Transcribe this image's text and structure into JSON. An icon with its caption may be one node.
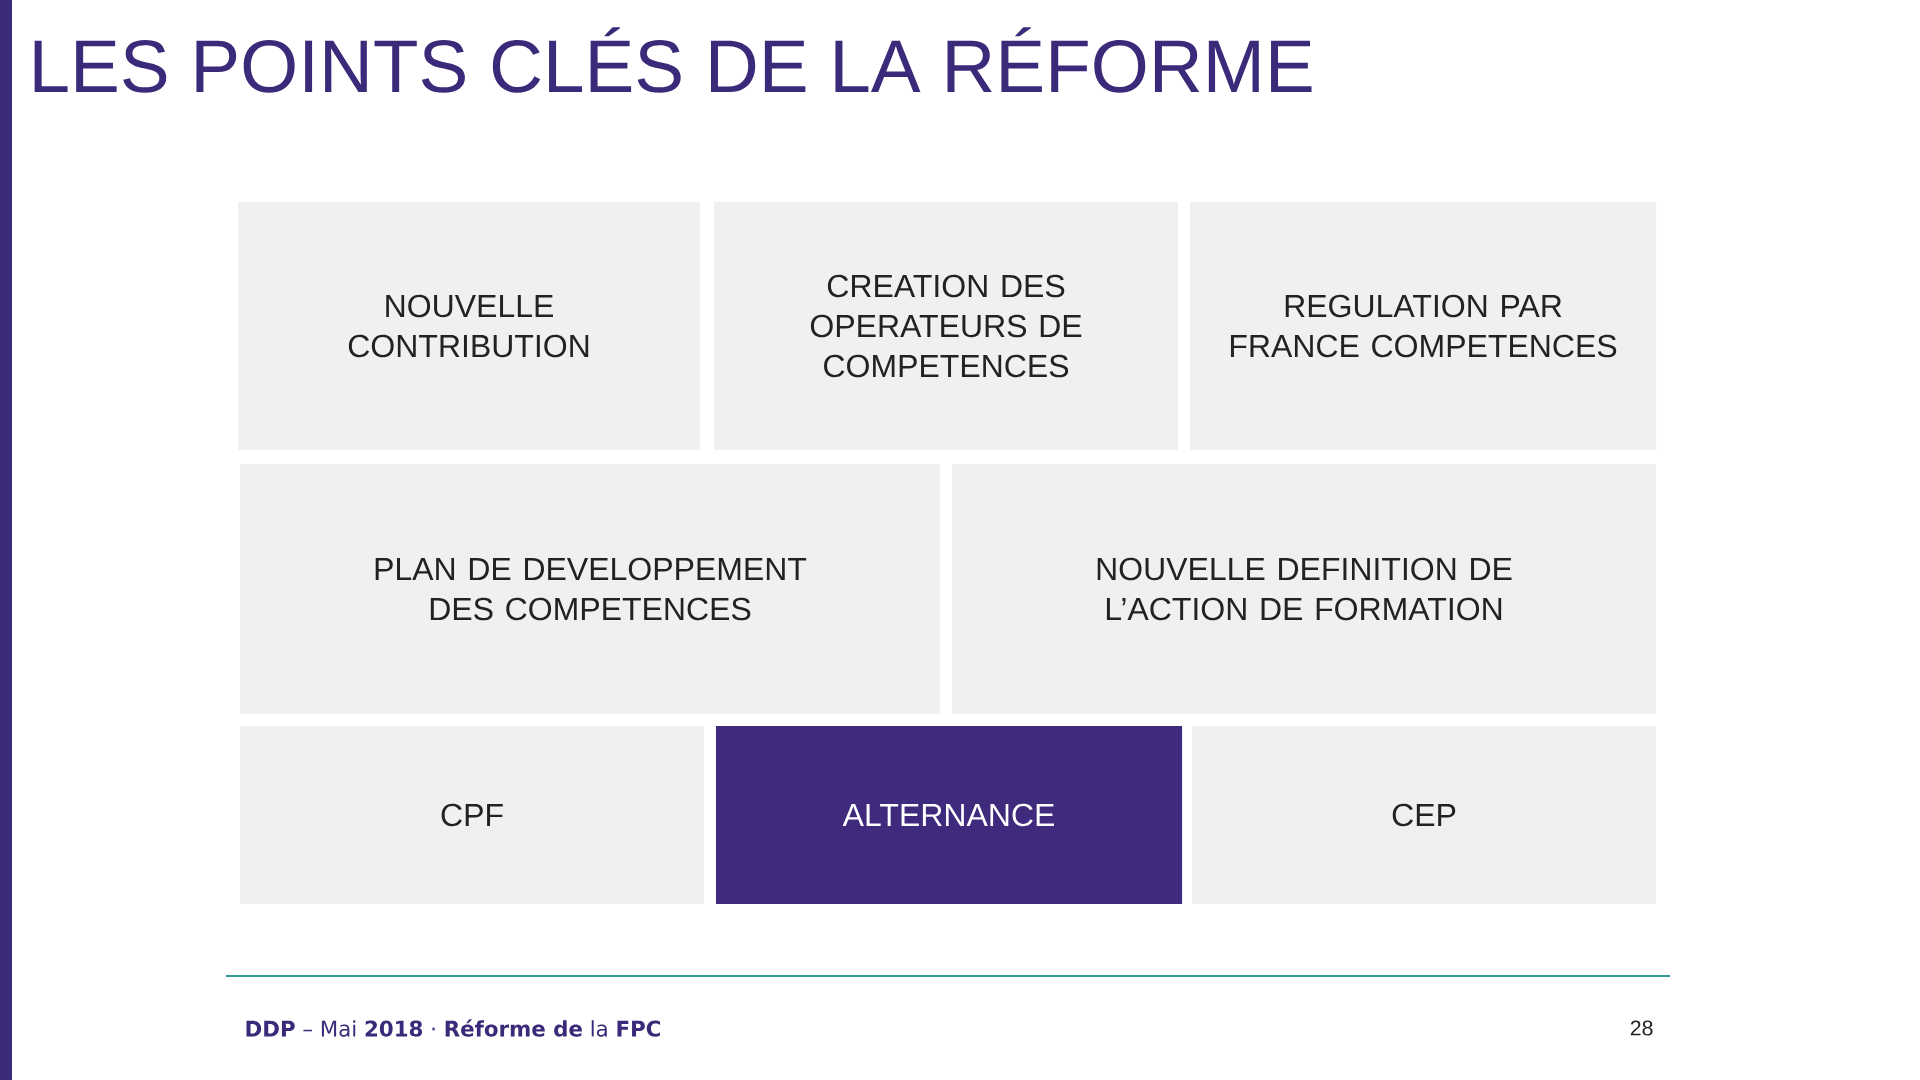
{
  "diagram": {
    "title": "LES POINTS CLÉS DE LA RÉFORME",
    "nodes": [
      {
        "text": [
          "NOUVELLE CONTRIBUTION"
        ]
      },
      {
        "text": [
          "CREATION DES OPERATEURS DE COMPETENCES"
        ]
      },
      {
        "text": [
          "REGULATION PAR FRANCE COMPETENCES"
        ]
      },
      {
        "text": [
          "PLAN DE DEVELOPPEMENT DES COMPETENCES"
        ]
      },
      {
        "text": [
          "NOUVELLE DEFINITION DE L’ACTION DE FORMATION"
        ]
      },
      {
        "text": [
          "CPF"
        ]
      },
      {
        "text": [
          "ALTERNANCE"
        ]
      },
      {
        "text": [
          "CEP"
        ]
      }
    ],
    "labels": [
      "**DDP** – Mai **2018** · **Réforme de** la **FPC**",
      "28"
    ]
  }
}
